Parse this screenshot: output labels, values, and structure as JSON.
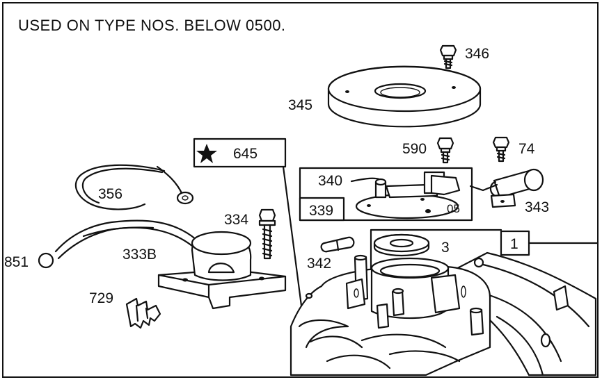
{
  "heading": "USED ON TYPE NOS. BELOW 0500.",
  "callouts": {
    "p346": "346",
    "p345": "345",
    "p645": "645",
    "p590": "590",
    "p74": "74",
    "p340": "340",
    "p339": "339",
    "p343": "343",
    "p356": "356",
    "p334": "334",
    "p333b": "333B",
    "p851": "851",
    "p342": "342",
    "p3": "3",
    "p1": "1",
    "p729": "729"
  },
  "icons": {
    "kit_marker": "star-icon"
  },
  "colors": {
    "ink": "#111111",
    "paper": "#ffffff"
  }
}
